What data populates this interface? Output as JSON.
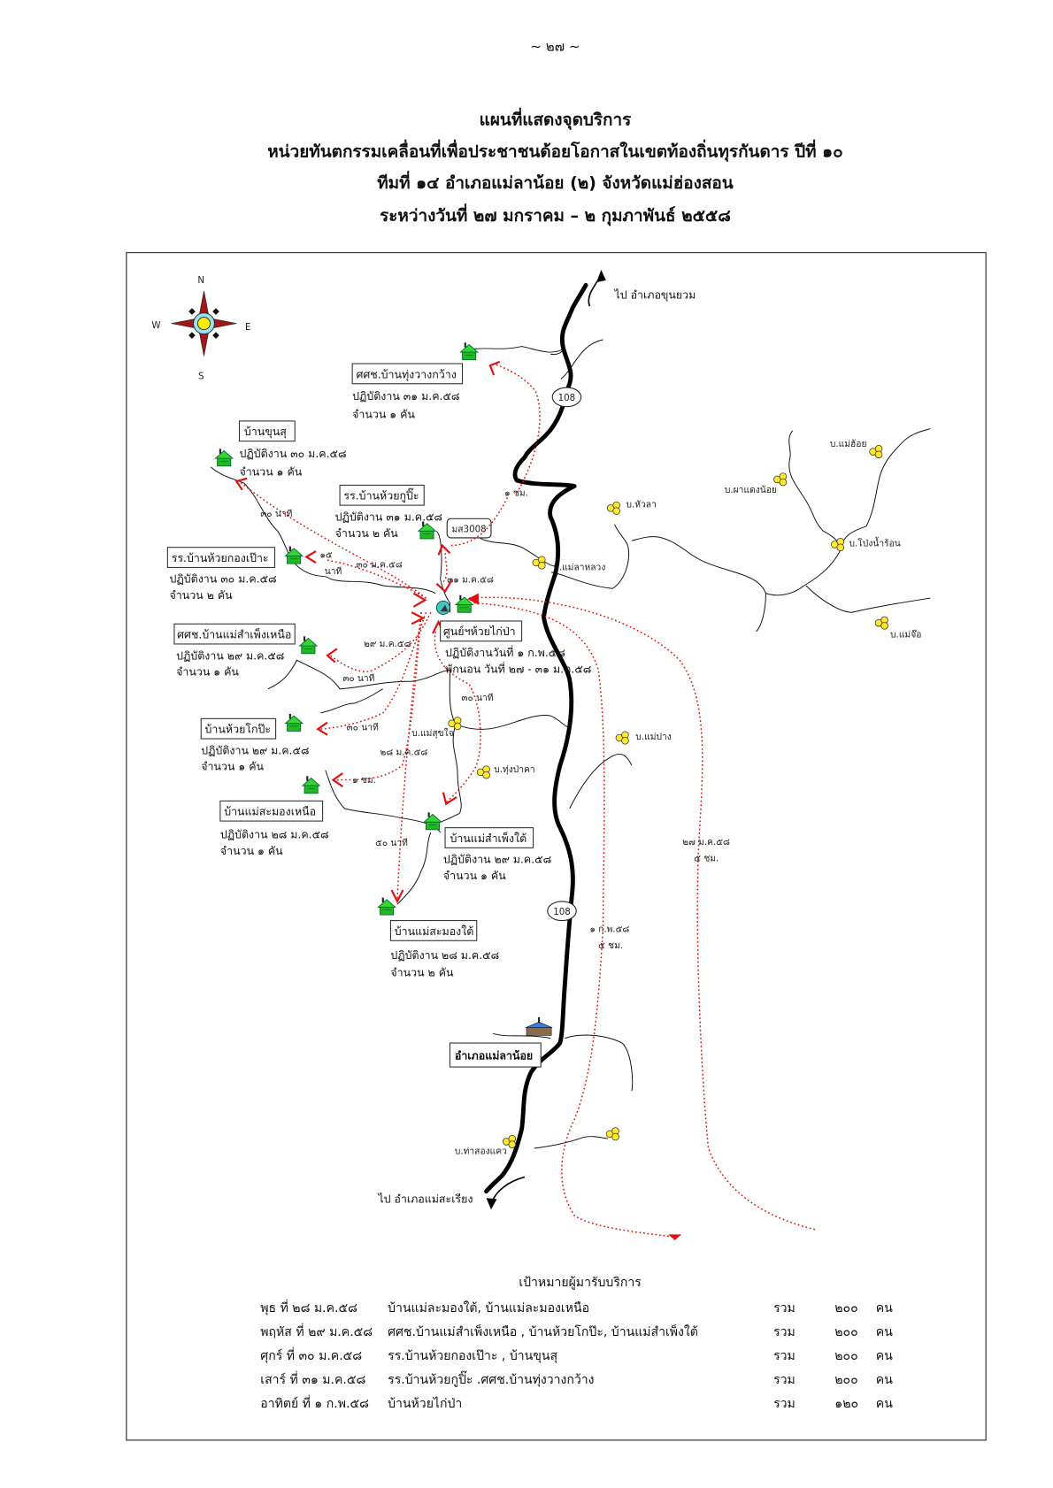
{
  "page_number": "~ ๒๗ ~",
  "title": {
    "line1": "แผนที่แสดงจุดบริการ",
    "line2": "หน่วยทันตกรรมเคลื่อนที่เพื่อประชาชนด้อยโอกาสในเขตท้องถิ่นทุรกันดาร   ปีที่ ๑๐",
    "line3": "ทีมที่ ๑๔   อำเภอแม่ลาน้อย (๒)    จังหวัดแม่ฮ่องสอน",
    "line4": "ระหว่างวันที่ ๒๗ มกราคม – ๒ กุมภาพันธ์ ๒๕๕๘"
  },
  "map": {
    "compass": {
      "n": "N",
      "s": "S",
      "e": "E",
      "w": "W"
    },
    "roads": {
      "highway_north": "108",
      "highway_south": "108",
      "local_road": "มส3008"
    },
    "directions": {
      "north": "ไป  อำเภอขุนยวม",
      "south": "ไป  อำเภอแม่สะเรียง"
    },
    "sites": [
      {
        "name": "ศศช.บ้านทุ่งวางกว้าง",
        "line1": "ปฏิบัติงาน  ๓๑ ม.ค.๕๘",
        "line2": "จำนวน  ๑ คัน"
      },
      {
        "name": "บ้านขุนสุ",
        "line1": "ปฏิบัติงาน  ๓๐ ม.ค.๕๘",
        "line2": "จำนวน  ๑ คัน"
      },
      {
        "name": "รร.บ้านห้วยกูปิ๊ะ",
        "line1": "ปฏิบัติงาน  ๓๑ ม.ค.๕๘",
        "line2": "จำนวน  ๒ คัน"
      },
      {
        "name": "รร.บ้านห้วยกองเป๊าะ",
        "line1": "ปฏิบัติงาน  ๓๐ ม.ค.๕๘",
        "line2": "จำนวน  ๒ คัน"
      },
      {
        "name": "ศศช.บ้านแม่สำเพ็งเหนือ",
        "line1": "ปฏิบัติงาน  ๒๙ ม.ค.๕๘",
        "line2": "จำนวน  ๑ คัน"
      },
      {
        "name": "ศูนย์ฯห้วยไก่ป่า",
        "line1": "ปฏิบัติงานวันที่  ๑ ก.พ.๕๘",
        "line2": "พักนอน  วันที่ ๒๗ - ๓๑ ม.ค.๕๘"
      },
      {
        "name": "บ้านห้วยโกป๊ะ",
        "line1": "ปฏิบัติงาน  ๒๙ ม.ค.๕๘",
        "line2": "จำนวน  ๑ คัน"
      },
      {
        "name": "บ้านแม่สะมองเหนือ",
        "line1": "ปฏิบัติงาน  ๒๘ ม.ค.๕๘",
        "line2": "จำนวน  ๑ คัน"
      },
      {
        "name": "บ้านแม่สำเพ็งใต้",
        "line1": "ปฏิบัติงาน  ๒๙ ม.ค.๕๘",
        "line2": "จำนวน  ๑ คัน"
      },
      {
        "name": "บ้านแม่สะมองใต้",
        "line1": "ปฏิบัติงาน  ๒๘ ม.ค.๕๘",
        "line2": "จำนวน  ๒ คัน"
      }
    ],
    "district": "อำเภอแม่ลาน้อย",
    "villages": [
      "บ.หัวลา",
      "บ.แม่ลาหลวง",
      "บ.ผาแดงน้อย",
      "บ.แม่ฮ้อย",
      "บ.โป่งน้ำร้อน",
      "บ.แม่จ๊อ",
      "บ.แม่สุขใจ",
      "บ.ทุ่งป่าคา",
      "บ.แม่ปาง",
      "บ.ท่าสองแคว"
    ],
    "route_labels": [
      "๑ ชม.",
      "๓๐ นาที",
      "๑๕",
      "นาที",
      "๓๐ ม.ค.๕๘",
      "๓๑ ม.ค.๕๘",
      "๒๙ ม.ค.๕๘",
      "๓๐ นาที",
      "๓๐ นาที",
      "๓๐ นาที",
      "๒๘ ม.ค.๕๘",
      "๑ ชม.",
      "๕๐ นาที",
      "๒๗ ม.ค.๕๘",
      "๕ ชม.",
      "๑ ก.พ.๕๘",
      "๕ ชม."
    ]
  },
  "targets": {
    "heading": "เป้าหมายผู้มารับบริการ",
    "rows": [
      {
        "day": "พุธ ที่ ๒๘ ม.ค.๕๘",
        "villages": "บ้านแม่ละมองใต้, บ้านแม่ละมองเหนือ",
        "total": "รวม",
        "count": "๒๐๐",
        "unit": "คน"
      },
      {
        "day": "พฤหัส ที่ ๒๙ ม.ค.๕๘",
        "villages": "ศศช.บ้านแม่สำเพ็งเหนือ , บ้านห้วยโกป๊ะ, บ้านแม่สำเพ็งใต้",
        "total": "รวม",
        "count": "๒๐๐",
        "unit": "คน"
      },
      {
        "day": "ศุกร์ ที่ ๓๐ ม.ค.๕๘",
        "villages": "รร.บ้านห้วยกองเป๊าะ , บ้านขุนสุ",
        "total": "รวม",
        "count": "๒๐๐",
        "unit": "คน"
      },
      {
        "day": "เสาร์ ที่ ๓๑ ม.ค.๕๘",
        "villages": "รร.บ้านห้วยกูปิ๊ะ .ศศช.บ้านทุ่งวางกว้าง",
        "total": "รวม",
        "count": "๒๐๐",
        "unit": "คน"
      },
      {
        "day": "อาทิตย์ ที่ ๑ ก.พ.๕๘",
        "villages": "บ้านห้วยไก่ป่า",
        "total": "รวม",
        "count": "๑๒๐",
        "unit": "คน"
      }
    ]
  }
}
